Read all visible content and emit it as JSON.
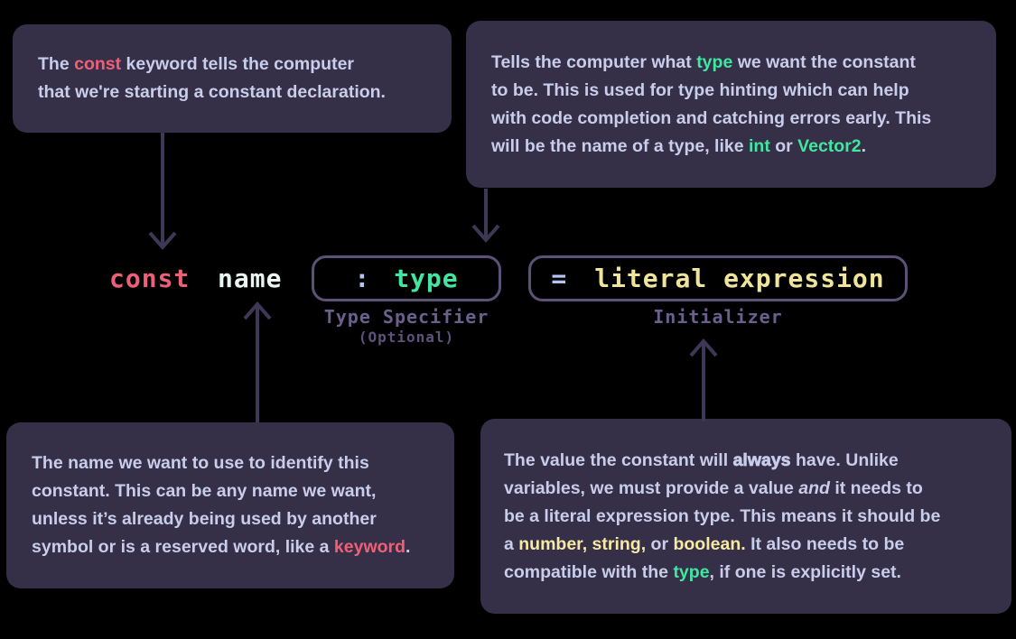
{
  "colors": {
    "background": "#000000",
    "note_background": "#362f48",
    "body_text": "#c7cdea",
    "keyword_red": "#ee6077",
    "type_green": "#41e7a0",
    "literal_yellow": "#f0e49a",
    "operator_blue": "#b3c6f1",
    "name_white": "#eaf6f2",
    "pill_border": "#5c5278",
    "label_purple": "#6c5f8d",
    "arrow": "#3e3755"
  },
  "notes": {
    "const_note": {
      "lines": [
        [
          {
            "t": "The "
          },
          {
            "t": "const",
            "c": "red"
          },
          {
            "t": " keyword tells the computer"
          }
        ],
        [
          {
            "t": "that we're starting a constant declaration."
          }
        ]
      ]
    },
    "type_note": {
      "lines": [
        [
          {
            "t": "Tells the computer what "
          },
          {
            "t": "type",
            "c": "green"
          },
          {
            "t": " we want the constant"
          }
        ],
        [
          {
            "t": "to be. This is used for type hinting which can help"
          }
        ],
        [
          {
            "t": "with code completion and catching errors early. This"
          }
        ],
        [
          {
            "t": "will be the name of a type, like "
          },
          {
            "t": "int",
            "c": "green"
          },
          {
            "t": " or "
          },
          {
            "t": "Vector2",
            "c": "green"
          },
          {
            "t": "."
          }
        ]
      ]
    },
    "name_note": {
      "lines": [
        [
          {
            "t": "The name we want to use to identify this"
          }
        ],
        [
          {
            "t": "constant. This can be any name we want,"
          }
        ],
        [
          {
            "t": "unless it’s already being used by another"
          }
        ],
        [
          {
            "t": "symbol or is a reserved word, like a "
          },
          {
            "t": "keyword",
            "c": "red"
          },
          {
            "t": "."
          }
        ]
      ]
    },
    "initializer_note": {
      "lines": [
        [
          {
            "t": "The value the constant will "
          },
          {
            "t": "always",
            "c": "bold"
          },
          {
            "t": " have. Unlike"
          }
        ],
        [
          {
            "t": "variables, we must provide a value "
          },
          {
            "t": "and",
            "c": "italic"
          },
          {
            "t": " it needs to"
          }
        ],
        [
          {
            "t": "be a literal expression type. This means it should be"
          }
        ],
        [
          {
            "t": "a "
          },
          {
            "t": "number,",
            "c": "yellow"
          },
          {
            "t": " "
          },
          {
            "t": "string,",
            "c": "yellow"
          },
          {
            "t": " or "
          },
          {
            "t": "boolean.",
            "c": "yellow"
          },
          {
            "t": " It also needs to be"
          }
        ],
        [
          {
            "t": "compatible with the "
          },
          {
            "t": "type",
            "c": "green"
          },
          {
            "t": ", if one is explicitly set."
          }
        ]
      ]
    }
  },
  "syntax": {
    "const_keyword": "const",
    "name_token": "name",
    "type_pill": {
      "operator": ":",
      "token": "type"
    },
    "initializer_pill": {
      "operator": "=",
      "token": "literal expression"
    },
    "type_label": "Type Specifier",
    "type_label_note": "(Optional)",
    "initializer_label": "Initializer"
  }
}
